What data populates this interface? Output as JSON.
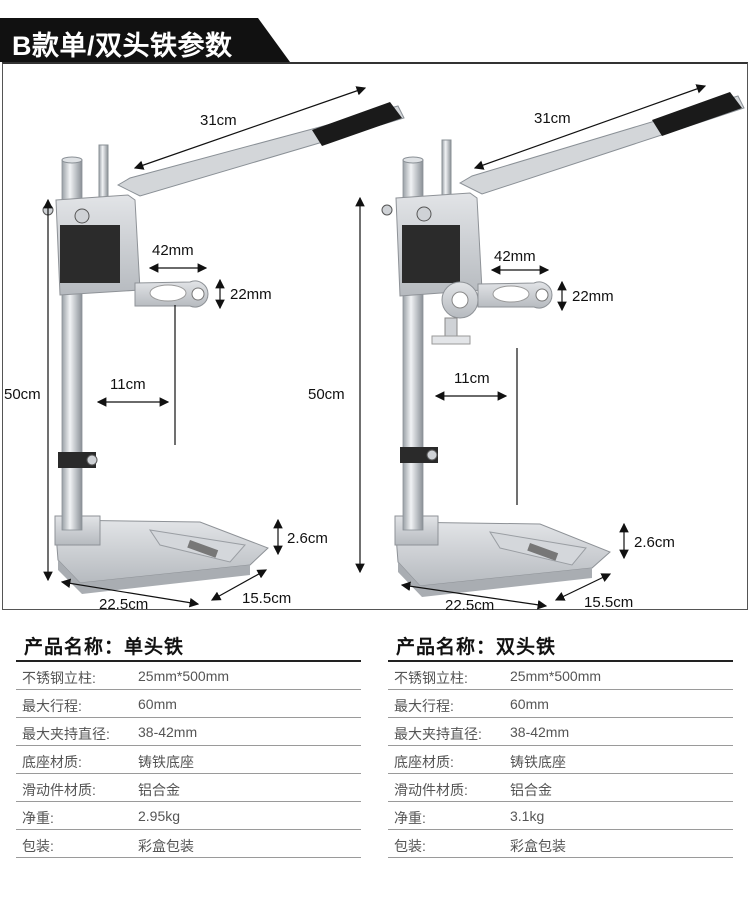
{
  "header": {
    "title": "B款单/双头铁参数"
  },
  "dimensions": {
    "left": {
      "handle_length": "31cm",
      "clamp_width": "42mm",
      "clamp_height": "22mm",
      "column_height": "50cm",
      "throat_depth": "11cm",
      "base_height": "2.6cm",
      "base_length": "22.5cm",
      "base_width": "15.5cm"
    },
    "right": {
      "handle_length": "31cm",
      "clamp_width": "42mm",
      "clamp_height": "22mm",
      "column_height": "50cm",
      "throat_depth": "11cm",
      "base_height": "2.6cm",
      "base_length": "22.5cm",
      "base_width": "15.5cm"
    }
  },
  "specs": [
    {
      "title": "产品名称：单头铁",
      "rows": [
        {
          "key": "不锈钢立柱:",
          "value": "25mm*500mm"
        },
        {
          "key": "最大行程:",
          "value": "60mm"
        },
        {
          "key": "最大夹持直径:",
          "value": "38-42mm"
        },
        {
          "key": "底座材质:",
          "value": "铸铁底座"
        },
        {
          "key": "滑动件材质:",
          "value": "铝合金"
        },
        {
          "key": "净重:",
          "value": "2.95kg"
        },
        {
          "key": "包装:",
          "value": "彩盒包装"
        }
      ]
    },
    {
      "title": "产品名称：双头铁",
      "rows": [
        {
          "key": "不锈钢立柱:",
          "value": "25mm*500mm"
        },
        {
          "key": "最大行程:",
          "value": "60mm"
        },
        {
          "key": "最大夹持直径:",
          "value": "38-42mm"
        },
        {
          "key": "底座材质:",
          "value": "铸铁底座"
        },
        {
          "key": "滑动件材质:",
          "value": "铝合金"
        },
        {
          "key": "净重:",
          "value": "3.1kg"
        },
        {
          "key": "包装:",
          "value": "彩盒包装"
        }
      ]
    }
  ],
  "colors": {
    "header_bg": "#111111",
    "metal": "#c9ccd0",
    "metal_dark": "#8e9297",
    "grip": "#1a1a1a"
  }
}
